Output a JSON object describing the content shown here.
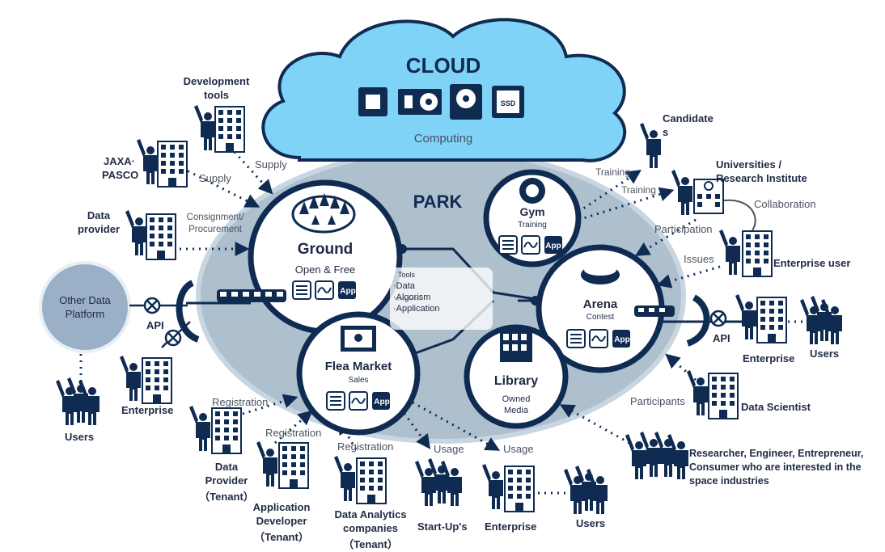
{
  "cloud": {
    "title": "CLOUD",
    "subtitle": "Computing",
    "chip_icons": [
      "cpu-icon",
      "gpu-card-icon",
      "hdd-icon",
      "ssd-icon"
    ],
    "ssd_text": "SSD"
  },
  "park": {
    "title": "PARK"
  },
  "hubs": {
    "ground": {
      "title": "Ground",
      "subtitle": "Open & Free"
    },
    "flea_market": {
      "title": "Flea Market",
      "subtitle": "Sales"
    },
    "gym": {
      "title": "Gym",
      "subtitle": "Training"
    },
    "arena": {
      "title": "Arena",
      "subtitle": "Contest"
    },
    "library": {
      "title": "Library",
      "subtitle_1": "Owned",
      "subtitle_2": "Media"
    }
  },
  "tools": {
    "title": "Tools",
    "items": [
      "·Data",
      "·Algorism",
      "·Application"
    ]
  },
  "tool_icon_app_text": "App",
  "other_platform": {
    "line1": "Other Data",
    "line2": "Platform"
  },
  "actors": {
    "dev_tools": [
      "Development",
      "tools"
    ],
    "jaxa": [
      "JAXA·",
      "PASCO"
    ],
    "data_provider": [
      "Data",
      "provider"
    ],
    "enterprise_left": "Enterprise",
    "users_left": "Users",
    "candidates": [
      "Candidate",
      "s"
    ],
    "universities": [
      "Universities /",
      "Research Institute"
    ],
    "enterprise_user": "Enterprise user",
    "enterprise_right": "Enterprise",
    "users_right": "Users",
    "data_scientist": "Data Scientist",
    "researchers": [
      "Researcher, Engineer, Entrepreneur,",
      "Consumer who are interested in the",
      "space industries"
    ],
    "data_provider_tenant": [
      "Data",
      "Provider",
      "（Tenant）"
    ],
    "app_developer": [
      "Application",
      "Developer",
      "（Tenant）"
    ],
    "analytics": [
      "Data Analytics",
      "companies",
      "（Tenant）"
    ],
    "startups": "Start-Up's",
    "enterprise_bottom": "Enterprise",
    "users_bottom": "Users"
  },
  "flow_labels": {
    "supply_1": "Supply",
    "supply_2": "Supply",
    "consignment": [
      "Consignment/",
      "Procurement"
    ],
    "api_left": "API",
    "api_right": "API",
    "training_1": "Training",
    "training_2": "Training",
    "collaboration": "Collaboration",
    "participation": "Participation",
    "issues": "Issues",
    "participants": "Participants",
    "registration_1": "Registration",
    "registration_2": "Registration",
    "registration_3": "Registration",
    "usage_1": "Usage",
    "usage_2": "Usage"
  },
  "colors": {
    "navy": "#0f2b52",
    "cloud": "#7fd3f7",
    "park": "#aebfce",
    "other_platform": "#9ab0c6"
  }
}
